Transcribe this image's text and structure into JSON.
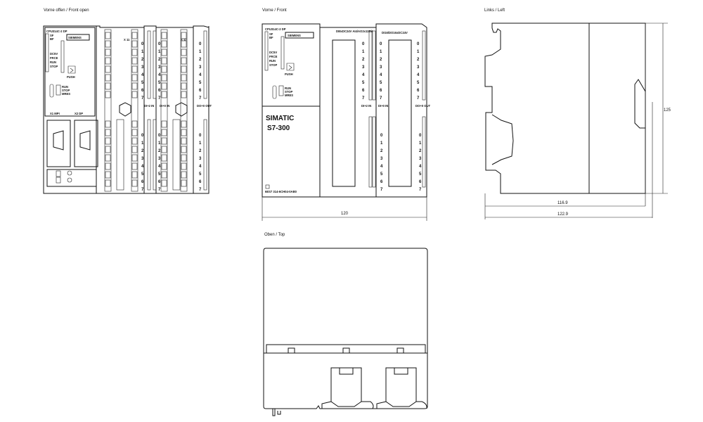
{
  "views": {
    "front_open": {
      "caption": "Vorne offen / Front open",
      "cpu_model": "CPU314C-2 DP",
      "brand": "SIEMENS",
      "status_leds": [
        "SF",
        "BF"
      ],
      "leds": [
        "DC5V",
        "FRCE",
        "RUN",
        "STOP"
      ],
      "push_label": "PUSH",
      "mode_switch": [
        "RUN",
        "STOP",
        "MRES"
      ],
      "port_x1": "X1 MPI",
      "port_x2": "X2 DP",
      "connector_x11": "X 11",
      "connector_x12": "X 12",
      "channels": [
        "0",
        "1",
        "2",
        "3",
        "4",
        "5",
        "6",
        "7"
      ],
      "io_labels": [
        "DI+2 IN",
        "DI+0 IN",
        "DO+0 OUT"
      ]
    },
    "front": {
      "caption": "Vorne / Front",
      "cpu_model": "CPU314C-2 DP",
      "brand": "SIEMENS",
      "status_leds": [
        "SF",
        "BF"
      ],
      "leds": [
        "DC5V",
        "FRCE",
        "RUN",
        "STOP"
      ],
      "push_label": "PUSH",
      "mode_switch": [
        "RUN",
        "STOP",
        "MRES"
      ],
      "product_line1": "SIMATIC",
      "product_line2": "S7-300",
      "order_number": "6ES7 314-6CH04-0AB0",
      "module1_label": "DI8xDC24V AI4/AO2x12Bit",
      "module2_label": "DI16/DO16xDC24V",
      "io_labels": [
        "DI+2 IN",
        "DI+0 IN",
        "DO+0 OUT"
      ],
      "width_dimension": "120"
    },
    "left": {
      "caption": "Links / Left",
      "height_dimension": "125",
      "depth_dimension_1": "116.9",
      "depth_dimension_2": "122.9"
    },
    "top": {
      "caption": "Oben / Top"
    }
  }
}
